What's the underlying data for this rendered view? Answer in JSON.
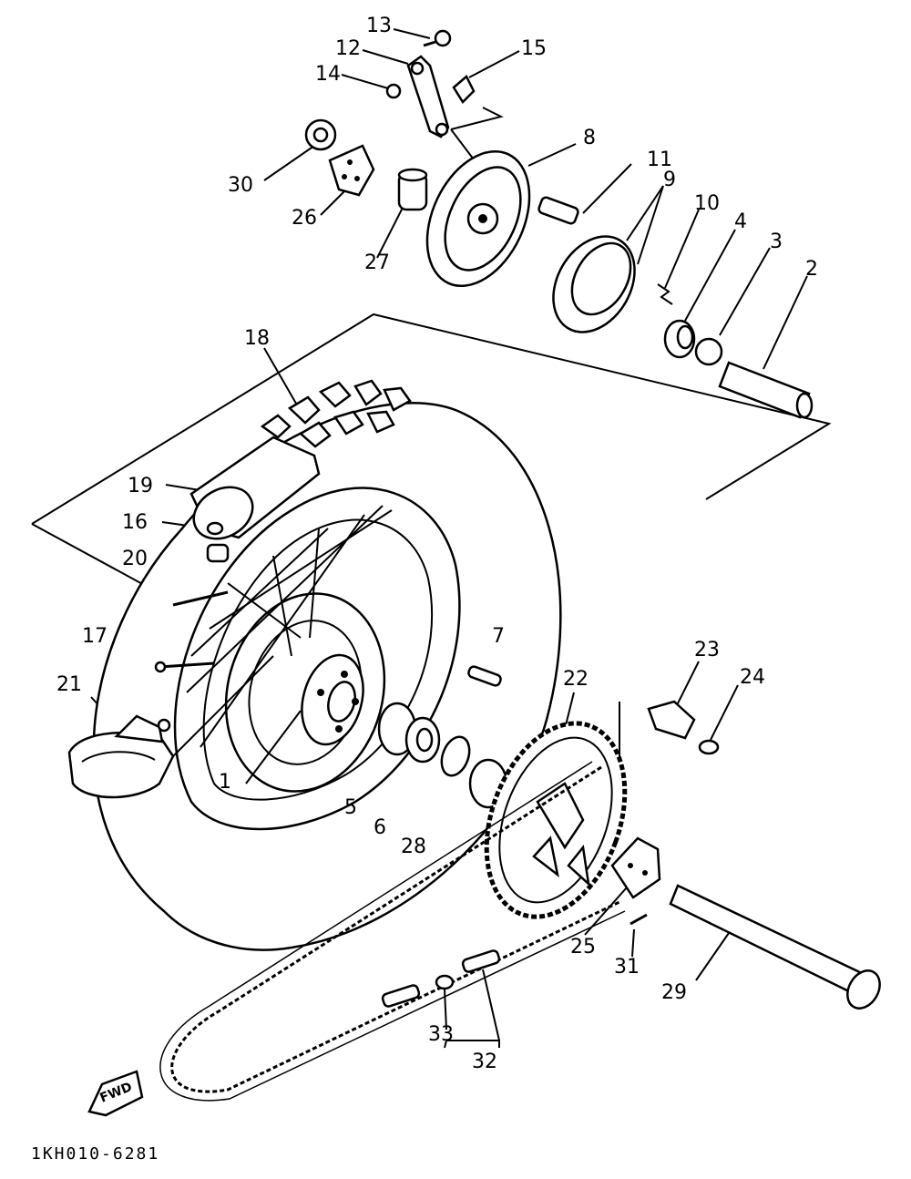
{
  "diagram": {
    "callouts": [
      "1",
      "2",
      "3",
      "4",
      "5",
      "6",
      "7",
      "8",
      "9",
      "10",
      "11",
      "12",
      "13",
      "14",
      "15",
      "16",
      "17",
      "18",
      "19",
      "20",
      "21",
      "22",
      "23",
      "24",
      "25",
      "26",
      "27",
      "28",
      "29",
      "30",
      "31",
      "32",
      "33"
    ],
    "fwd_label": "FWD",
    "drawing_code": "1KH010-6281"
  }
}
